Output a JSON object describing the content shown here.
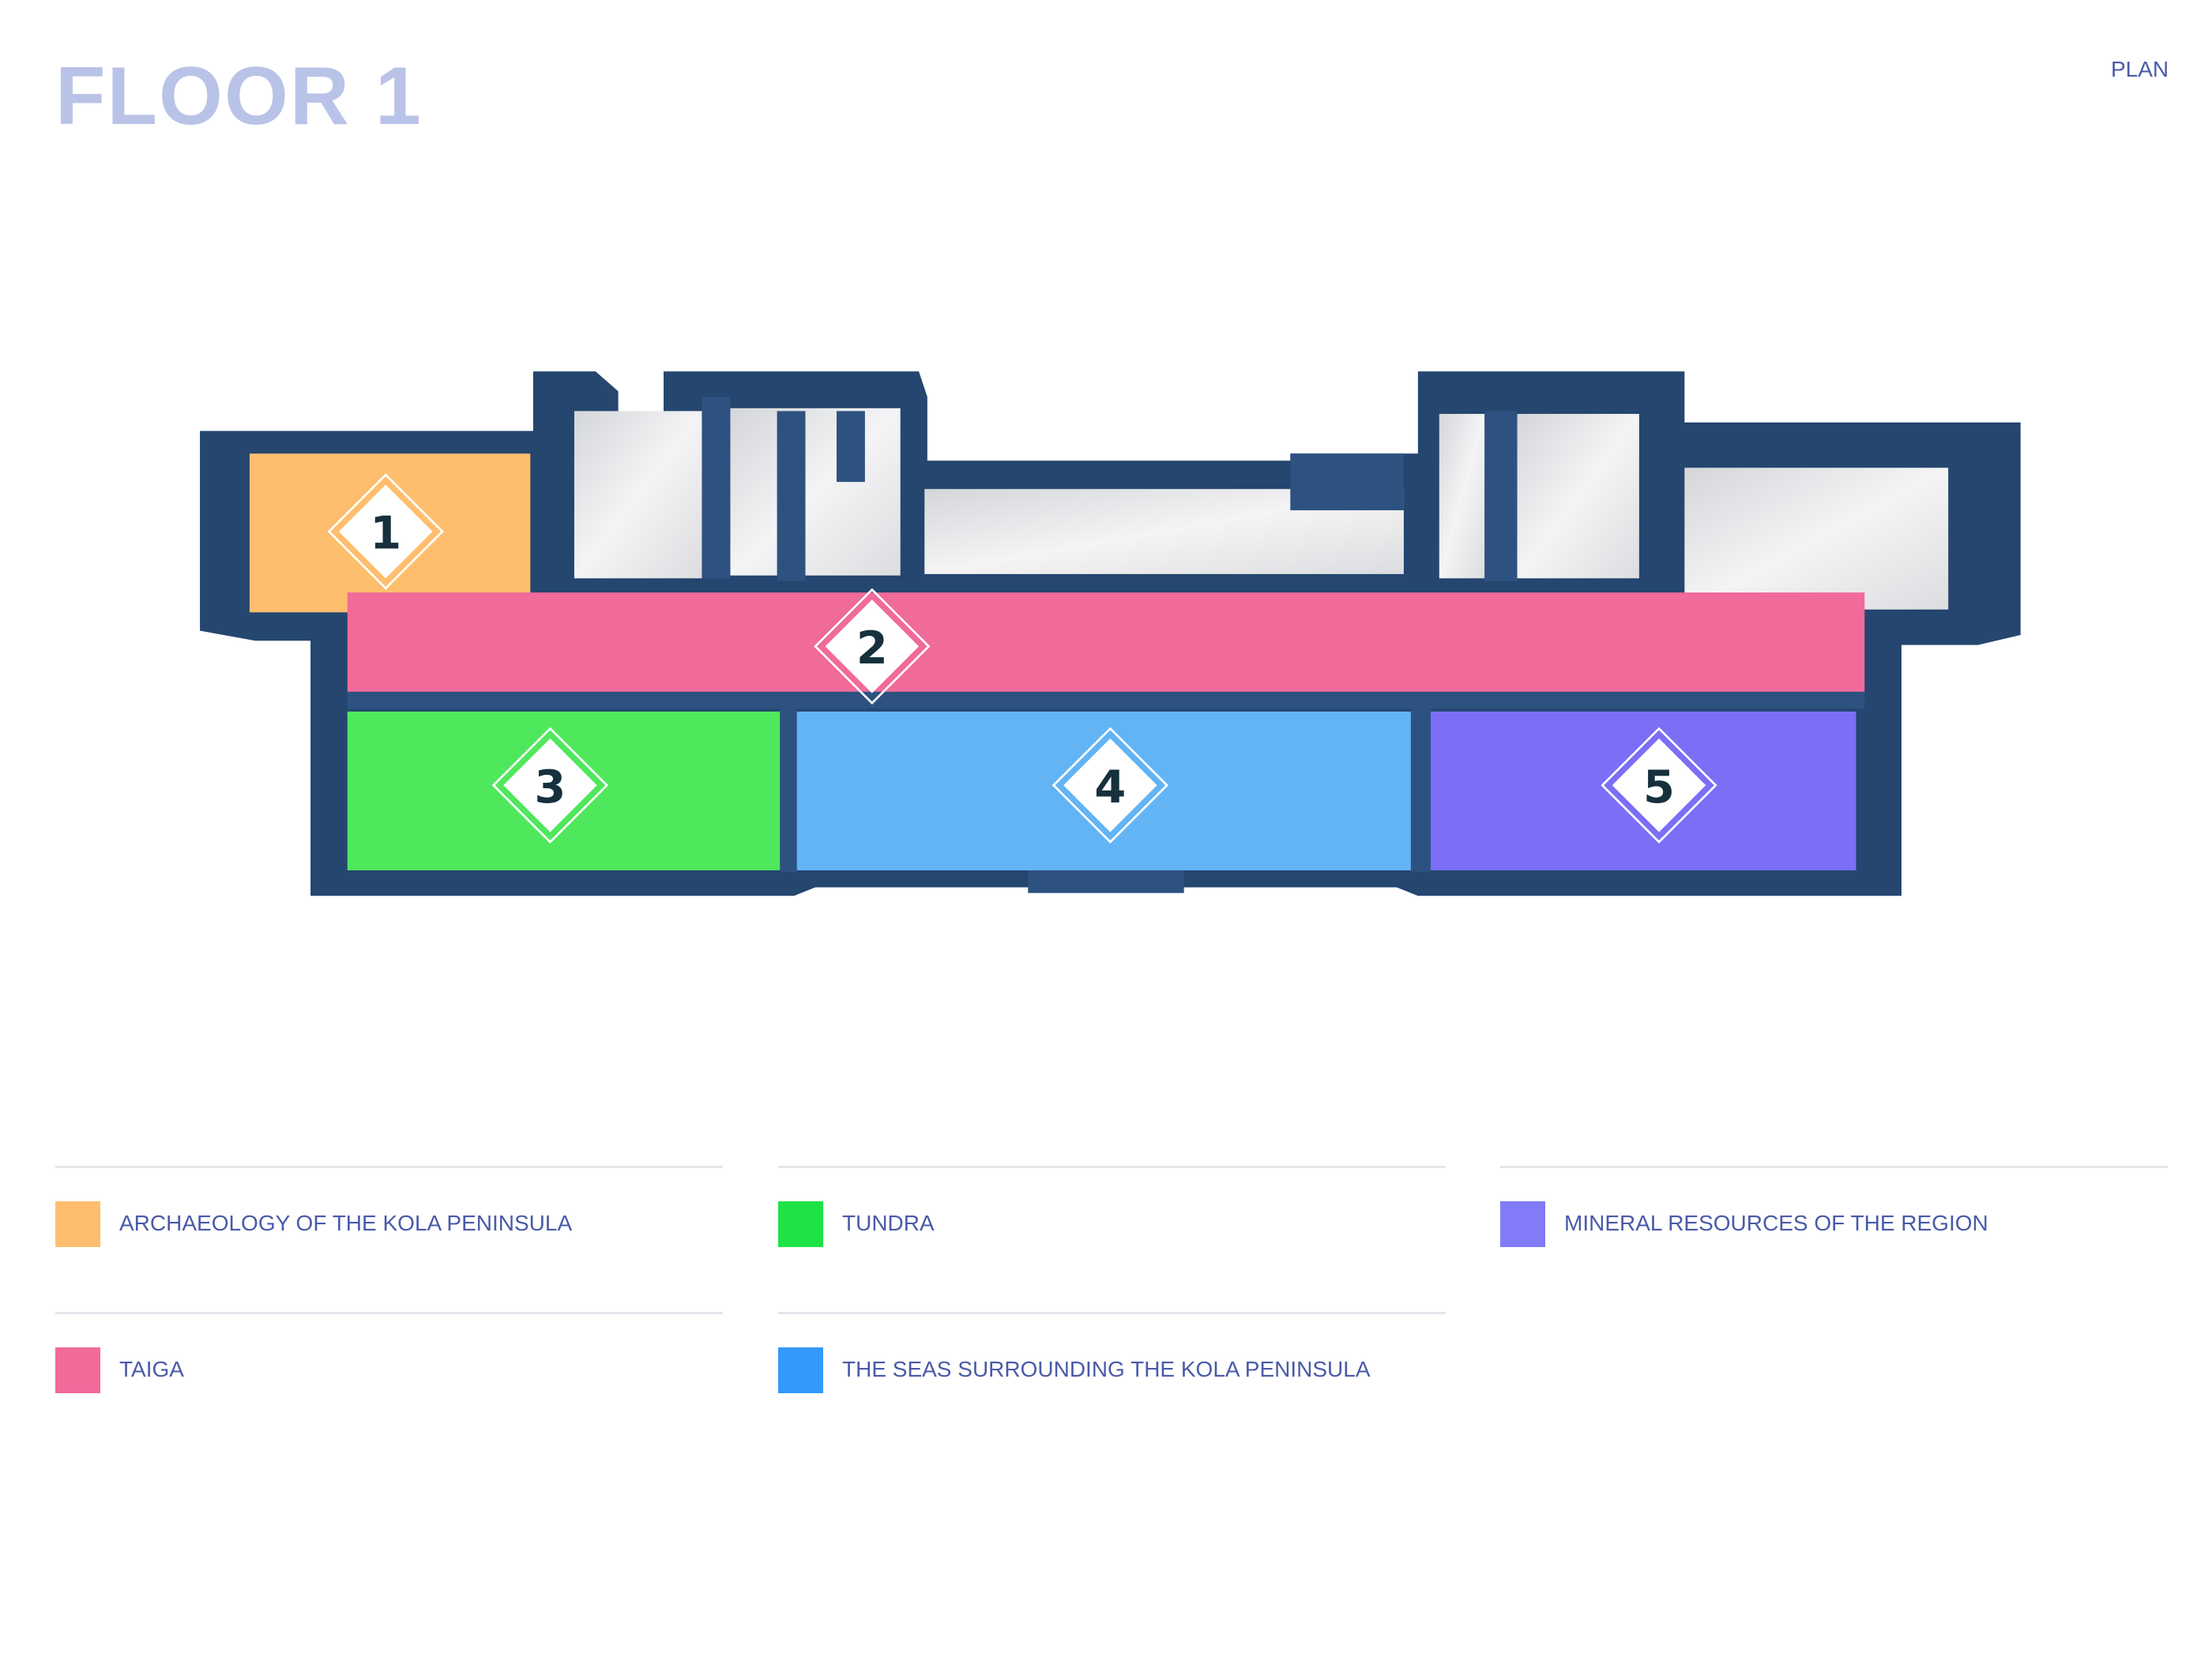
{
  "header": {
    "title": "FLOOR 1",
    "plan_link": "PLAN"
  },
  "colors": {
    "title": "#b9c3e7",
    "text": "#4a5aa8",
    "wall": "#24466f",
    "archaeology": "#ffbe6e",
    "taiga": "#f06a9a",
    "tundra": "#1ee346",
    "seas": "#3399fa",
    "minerals": "#817bf7"
  },
  "markers": [
    "1",
    "2",
    "3",
    "4",
    "5"
  ],
  "legend": [
    {
      "label": "ARCHAEOLOGY OF THE KOLA PENINSULA",
      "color": "#ffbe6e"
    },
    {
      "label": "TUNDRA",
      "color": "#1ee346"
    },
    {
      "label": "MINERAL RESOURCES OF THE REGION",
      "color": "#817bf7"
    },
    {
      "label": "TAIGA",
      "color": "#f06a9a"
    },
    {
      "label": "THE SEAS SURROUNDING THE KOLA PENINSULA",
      "color": "#3399fa"
    }
  ]
}
